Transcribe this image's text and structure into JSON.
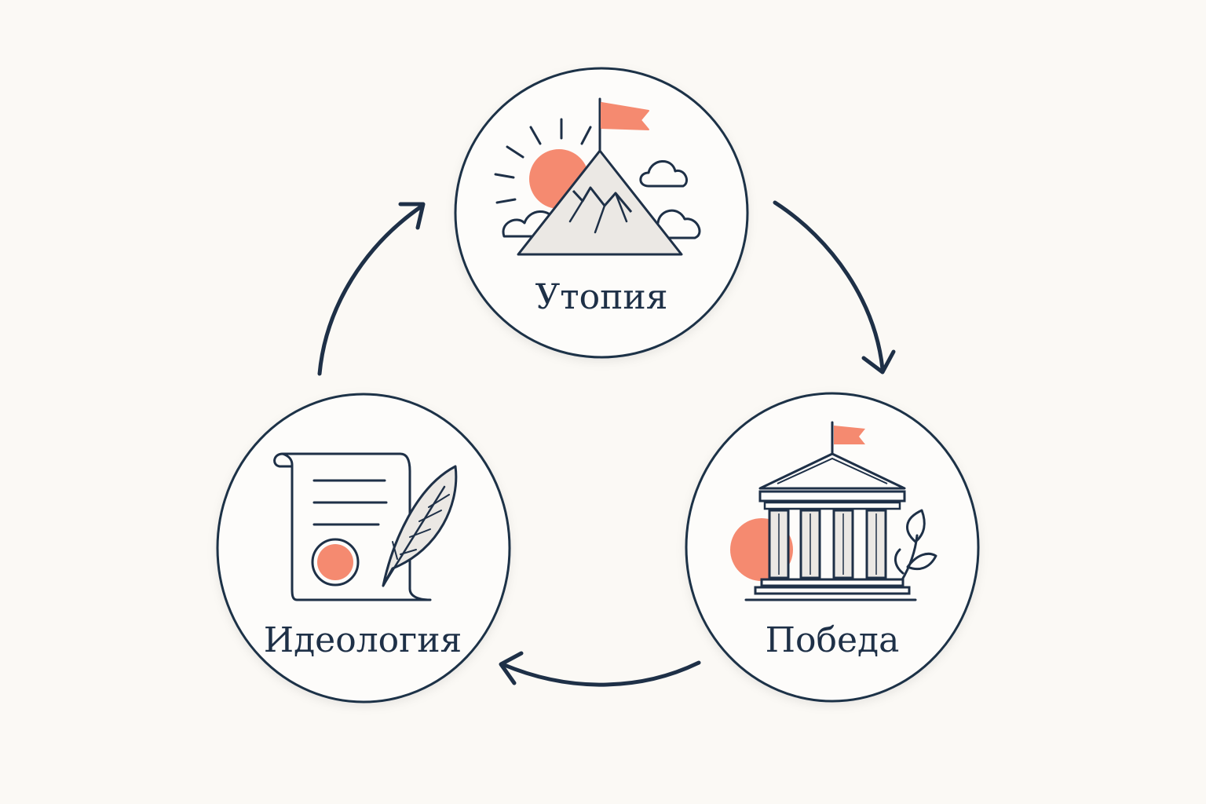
{
  "diagram": {
    "nodes": [
      {
        "id": "utopia",
        "label": "Утопия",
        "icon": "mountain-flag-icon"
      },
      {
        "id": "victory",
        "label": "Победа",
        "icon": "temple-flag-icon"
      },
      {
        "id": "ideology",
        "label": "Идеология",
        "icon": "scroll-quill-icon"
      }
    ],
    "edges": [
      {
        "from": "utopia",
        "to": "victory"
      },
      {
        "from": "victory",
        "to": "ideology"
      },
      {
        "from": "ideology",
        "to": "utopia"
      }
    ]
  },
  "colors": {
    "ink": "#1e3047",
    "accent": "#f58a70",
    "background": "#fbf9f5",
    "circle_fill": "#fdfcfa",
    "mountain_fill": "#ebe8e4"
  }
}
